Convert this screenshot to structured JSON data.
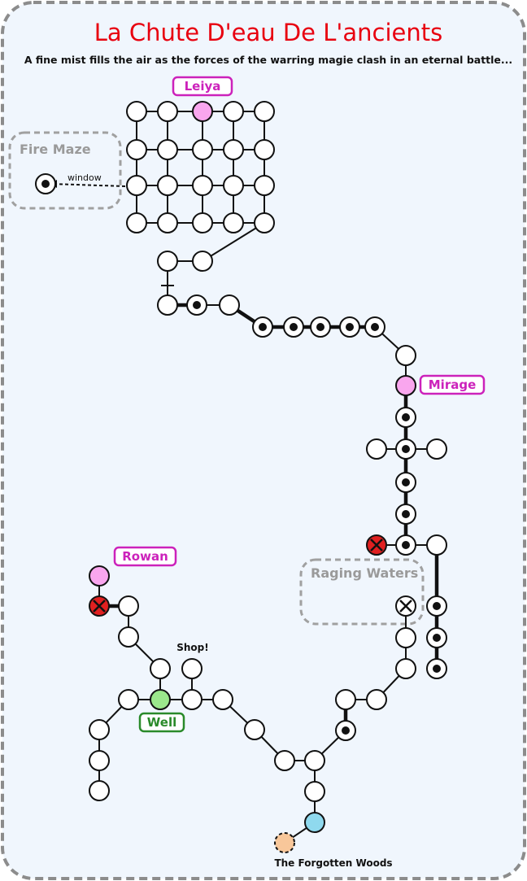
{
  "title": "La Chute D'eau De L'ancients",
  "subtitle": "A fine mist fills the air as the forces of the warring magie clash in an eternal battle...",
  "areas": {
    "fire_maze": "Fire Maze",
    "raging_waters": "Raging Waters"
  },
  "labels": {
    "window": "window",
    "shop": "Shop!",
    "forgotten_woods": "The Forgotten Woods"
  },
  "npcs": {
    "leiya": "Leiya",
    "mirage": "Mirage",
    "rowan": "Rowan",
    "well": "Well"
  },
  "colors": {
    "title": "#e8000f",
    "npc": "#cc22bb",
    "npc_fill": "#f9a6ee",
    "well": "#2a8a2a",
    "well_fill": "#9be88c",
    "exit_fill": "#8fd9ee",
    "woods_fill": "#f8c79a",
    "enemy_fill": "#e02020",
    "area_label": "#9a9a9a",
    "background": "#f0f6fd"
  }
}
